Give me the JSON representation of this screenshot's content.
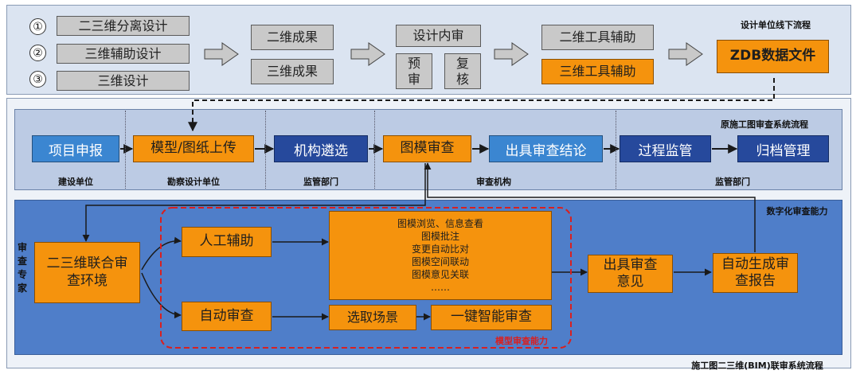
{
  "top": {
    "numbers": [
      "①",
      "②",
      "③"
    ],
    "items": [
      "二三维分离设计",
      "三维辅助设计",
      "三维设计"
    ],
    "results": [
      "二维成果",
      "三维成果"
    ],
    "internal_review": "设计内审",
    "pre_review": "预审",
    "re_review": "复核",
    "tool_2d": "二维工具辅助",
    "tool_3d": "三维工具辅助",
    "zdb": "ZDB数据文件",
    "title": "设计单位线下流程"
  },
  "original": {
    "title": "原施工图审查系统流程",
    "steps": [
      "项目申报",
      "模型/图纸上传",
      "机构遴选",
      "图模审查",
      "出具审查结论",
      "过程监管",
      "归档管理"
    ],
    "roles": [
      "建设单位",
      "勘察设计单位",
      "监管部门",
      "审查机构",
      "监管部门"
    ]
  },
  "digital": {
    "title": "数字化审查能力",
    "expert": [
      "审",
      "查",
      "专",
      "家"
    ],
    "env": "二三维联合审查环境",
    "manual": "人工辅助",
    "auto": "自动审查",
    "features": [
      "图模浏览、信息查看",
      "图模批注",
      "变更自动比对",
      "图模空间联动",
      "图模意见关联",
      "……"
    ],
    "scene": "选取场景",
    "smart": "一键智能审查",
    "model_cap": "模型审查能力",
    "opinion": "出具审查意见",
    "report": "自动生成审查报告",
    "footer": "施工图二三维(BIM)联审系统流程"
  },
  "colors": {
    "orange": "#f5930d",
    "blue": "#3b86d1",
    "navy": "#26499c",
    "gray": "#c9c9c9",
    "red_dash": "#d92020"
  }
}
